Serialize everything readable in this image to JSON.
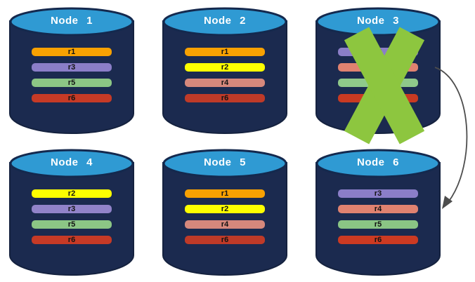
{
  "nodes": [
    {
      "id": "node-1",
      "title": "Node 1",
      "failed": false,
      "rows": [
        {
          "label": "r1",
          "color": "#F8A102"
        },
        {
          "label": "r3",
          "color": "#8B7EC8"
        },
        {
          "label": "r5",
          "color": "#8CC685"
        },
        {
          "label": "r6",
          "color": "#C63A26"
        }
      ]
    },
    {
      "id": "node-2",
      "title": "Node 2",
      "failed": false,
      "rows": [
        {
          "label": "r1",
          "color": "#F8A102"
        },
        {
          "label": "r2",
          "color": "#FDFF00"
        },
        {
          "label": "r4",
          "color": "#D6887C"
        },
        {
          "label": "r6",
          "color": "#BF3A28"
        }
      ]
    },
    {
      "id": "node-3",
      "title": "Node 3",
      "failed": true,
      "rows": [
        {
          "label": "r3",
          "color": "#8B7EC8"
        },
        {
          "label": "",
          "color": "#E08270"
        },
        {
          "label": "",
          "color": "#8FC98A"
        },
        {
          "label": "",
          "color": "#C93A22"
        }
      ]
    },
    {
      "id": "node-4",
      "title": "Node 4",
      "failed": false,
      "rows": [
        {
          "label": "r2",
          "color": "#FDFF00"
        },
        {
          "label": "r3",
          "color": "#9183C9"
        },
        {
          "label": "r5",
          "color": "#8CC685"
        },
        {
          "label": "r6",
          "color": "#C63A26"
        }
      ]
    },
    {
      "id": "node-5",
      "title": "Node 5",
      "failed": false,
      "rows": [
        {
          "label": "r1",
          "color": "#F8A102"
        },
        {
          "label": "r2",
          "color": "#FDFF00"
        },
        {
          "label": "r4",
          "color": "#D6887C"
        },
        {
          "label": "r6",
          "color": "#BF3A28"
        }
      ]
    },
    {
      "id": "node-6",
      "title": "Node 6",
      "failed": false,
      "rows": [
        {
          "label": "r3",
          "color": "#8B7EC8"
        },
        {
          "label": "r4",
          "color": "#E08270"
        },
        {
          "label": "r5",
          "color": "#8AC584"
        },
        {
          "label": "r6",
          "color": "#CC3A22"
        }
      ]
    }
  ],
  "failure_mark": {
    "node": "Node 3",
    "shape": "x-cross",
    "color": "#8DC63F"
  },
  "arrow": {
    "from": "Node 3",
    "to": "Node 6",
    "color": "#4D4D4D"
  },
  "cylinder": {
    "body_color": "#1B2A4F",
    "body_stroke": "#15223F",
    "top_color": "#2F9AD3",
    "top_stroke": "#14294E",
    "title_color": "#FFFFFF"
  }
}
